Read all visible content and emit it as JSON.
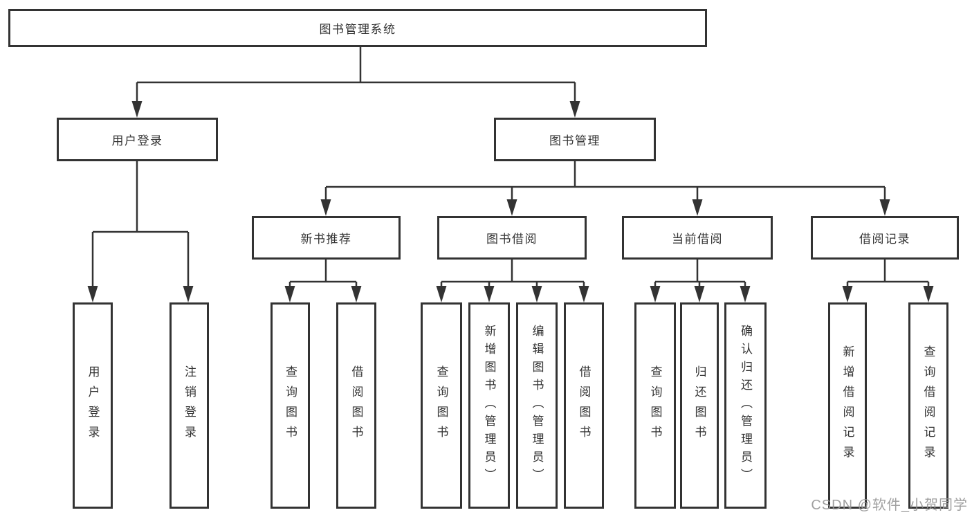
{
  "diagram_title": "图书管理系统",
  "colors": {
    "line": "#333333",
    "box_border": "#333333",
    "text": "#333333",
    "background": "#ffffff",
    "watermark": "#969696"
  },
  "tree": {
    "root_label": "图书管理系统",
    "l2": [
      {
        "label": "用户登录"
      },
      {
        "label": "图书管理"
      }
    ],
    "l3": [
      {
        "label": "新书推荐"
      },
      {
        "label": "图书借阅"
      },
      {
        "label": "当前借阅"
      },
      {
        "label": "借阅记录"
      }
    ],
    "leaves": {
      "login": [
        "用户登录",
        "注销登录"
      ],
      "newbook": [
        "查询图书",
        "借阅图书"
      ],
      "borrow": [
        "查询图书",
        "新增图书（管理员）",
        "编辑图书（管理员）",
        "借阅图书"
      ],
      "current": [
        "查询图书",
        "归还图书",
        "确认归还（管理员）"
      ],
      "records": [
        "新增借阅记录",
        "查询借阅记录"
      ]
    }
  },
  "watermark": {
    "text": "CSDN @软件_小贺同学"
  }
}
